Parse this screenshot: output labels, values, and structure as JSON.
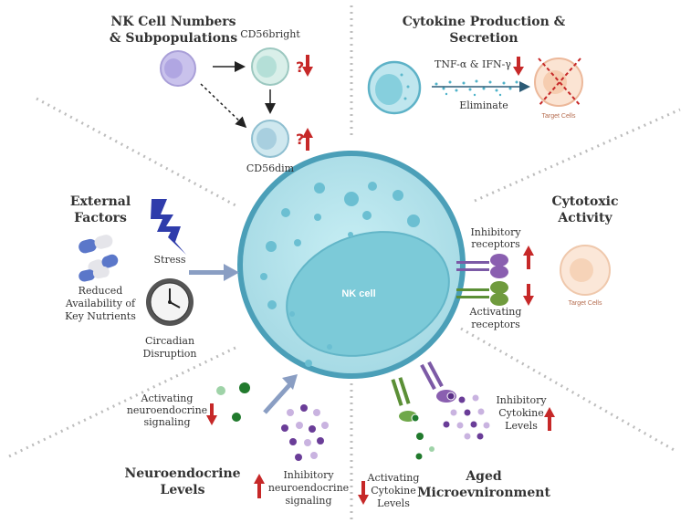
{
  "center": {
    "label": "NK cell"
  },
  "sections": {
    "nk_numbers": {
      "title": [
        "NK Cell Numbers",
        "& Subpopulations"
      ],
      "cd56bright": "CD56bright",
      "cd56dim": "CD56dim",
      "question": "?"
    },
    "cytokine": {
      "title": [
        "Cytokine Production &",
        "Secretion"
      ],
      "cytokines": "TNF-α & IFN-γ",
      "eliminate": "Eliminate",
      "target": "Target Cells"
    },
    "external": {
      "title": [
        "External",
        "Factors"
      ],
      "stress": "Stress",
      "nutrients": [
        "Reduced",
        "Availability of",
        "Key Nutrients"
      ],
      "circadian": [
        "Circadian",
        "Disruption"
      ]
    },
    "cytotoxic": {
      "title": [
        "Cytotoxic",
        "Activity"
      ],
      "inhibitory": [
        "Inhibitory",
        "receptors"
      ],
      "activating": [
        "Activating",
        "receptors"
      ],
      "target": "Target Cells"
    },
    "neuro": {
      "title": [
        "Neuroendocrine",
        "Levels"
      ],
      "activating": [
        "Activating",
        "neuroendocrine",
        "signaling"
      ],
      "inhibitory": [
        "Inhibitory",
        "neuroendocrine",
        "signaling"
      ]
    },
    "aged": {
      "title": [
        "Aged",
        "Microevnironment"
      ],
      "activating": [
        "Activating",
        "Cytokine",
        "Levels"
      ],
      "inhibitory": [
        "Inhibitory",
        "Cytokine",
        "Levels"
      ]
    }
  },
  "colors": {
    "up_down_arrow": "#c62828",
    "cell_fill": "#a9dce6",
    "cell_stroke": "#4b9fb8",
    "gray_arrow": "#8a9ec3"
  }
}
